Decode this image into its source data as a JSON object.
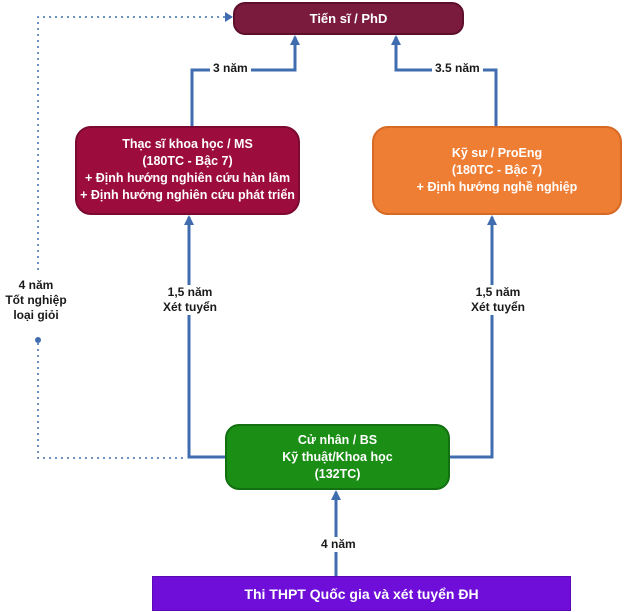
{
  "phd": {
    "label": "Tiến sĩ / PhD"
  },
  "masters": {
    "line1": "Thạc sĩ khoa học  / MS",
    "line2": "(180TC - Bậc 7)",
    "line3": "+ Định hướng nghiên cứu hàn lâm",
    "line4": "+ Định hướng nghiên cứu phát triển"
  },
  "engineer": {
    "line1": "Kỹ sư / ProEng",
    "line2": "(180TC - Bậc 7)",
    "line3": "+ Định hướng nghề nghiệp"
  },
  "bachelor": {
    "line1": "Cử nhân / BS",
    "line2": "Kỹ thuật/Khoa học",
    "line3": "(132TC)"
  },
  "exam": {
    "label": "Thi THPT Quốc gia và xét tuyển ĐH"
  },
  "edges": {
    "ms_to_phd": "3 năm",
    "eng_to_phd": "3.5 năm",
    "bs_to_ms": {
      "duration": "1,5 năm",
      "method": "Xét tuyển"
    },
    "bs_to_eng": {
      "duration": "1,5 năm",
      "method": "Xét tuyển"
    },
    "exam_to_bs": "4 năm",
    "bs_to_phd_direct": {
      "line1": "4 năm",
      "line2": "Tốt nghiệp",
      "line3": "loại giỏi"
    }
  },
  "colors": {
    "phd": "#7a1a3c",
    "masters": "#9c0d3d",
    "engineer": "#ef7e35",
    "bachelor": "#1b8e16",
    "exam": "#6e0ed8",
    "arrow": "#3f6db0"
  }
}
